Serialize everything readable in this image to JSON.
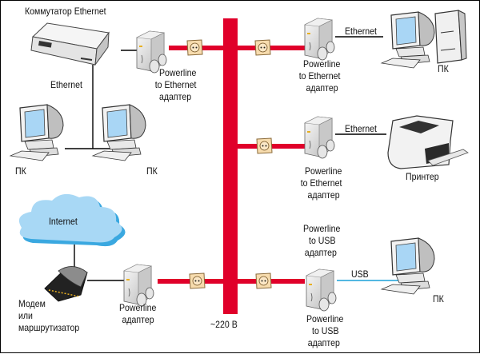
{
  "colors": {
    "power_line": "#e0002a",
    "ethernet_line": "#000000",
    "usb_line": "#1aa0d8",
    "cloud": "#a8d8f5",
    "cloud_edge": "#3aa8e0",
    "screen": "#a9d6f5",
    "socket": "#f7dcae"
  },
  "labels": {
    "switch": "Коммутатор Ethernet",
    "ethernet_left": "Ethernet",
    "pc_left_1": "ПК",
    "pc_left_2": "ПК",
    "adapter_top_left": [
      "Powerline",
      "to Ethernet",
      "адаптер"
    ],
    "adapter_top_right": [
      "Powerline",
      "to Ethernet",
      "адаптер"
    ],
    "ethernet_top_right": "Ethernet",
    "pc_top_right": "ПК",
    "adapter_mid_right": [
      "Powerline",
      "to Ethernet",
      "адаптер"
    ],
    "ethernet_mid_right": "Ethernet",
    "printer": "Принтер",
    "adapter_usb_upper": [
      "Powerline",
      "to USB",
      "адаптер"
    ],
    "usb": "USB",
    "pc_bottom_right": "ПК",
    "adapter_usb_lower": [
      "Powerline",
      "to USB",
      "адаптер"
    ],
    "internet": "Internet",
    "modem": [
      "Модем",
      "или",
      "маршрутизатор"
    ],
    "adapter_bottom_left": [
      "Powerline",
      "адаптер"
    ],
    "mains": "~220 В"
  }
}
